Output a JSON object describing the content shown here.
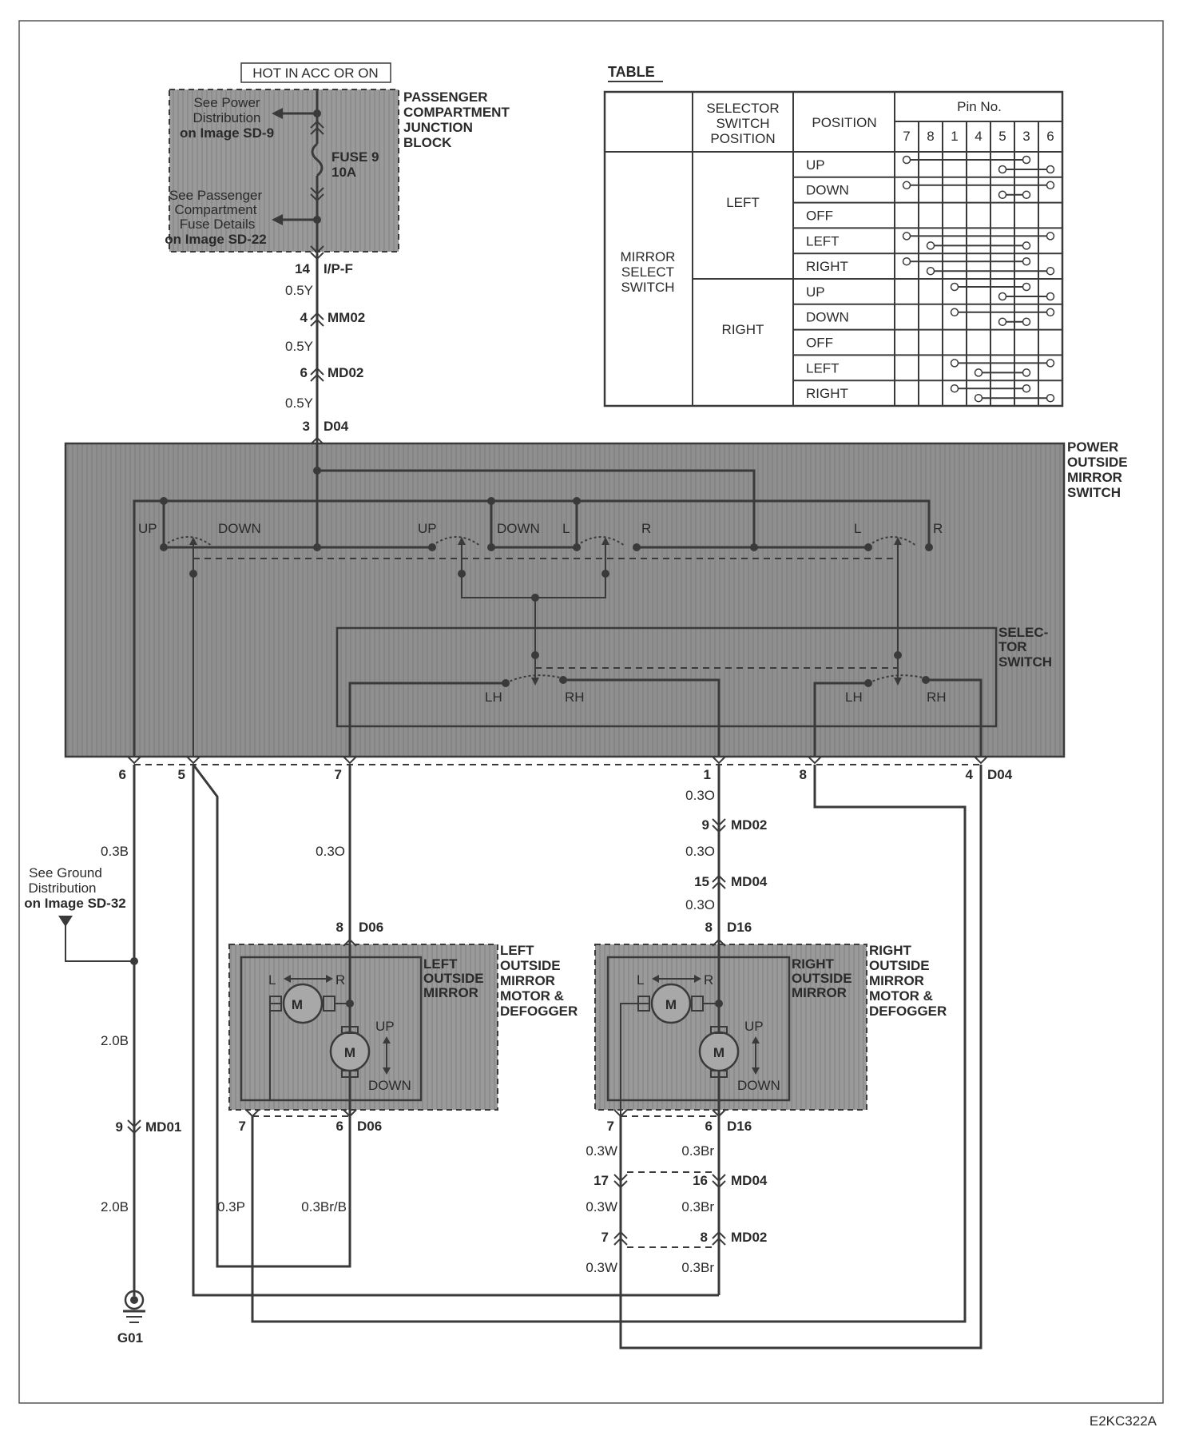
{
  "header": {
    "hot_label": "HOT IN ACC OR ON"
  },
  "junction_block": {
    "name_lines": [
      "PASSENGER",
      "COMPARTMENT",
      "JUNCTION",
      "BLOCK"
    ],
    "power_ref_lines": [
      "See Power",
      "Distribution",
      "on Image SD-9"
    ],
    "fuse_ref_lines": [
      "See Passenger",
      "Compartment",
      "Fuse Details",
      "on Image SD-22"
    ],
    "fuse_lines": [
      "FUSE 9",
      "10A"
    ]
  },
  "connectors": {
    "ipf": {
      "pin": "14",
      "name": "I/P-F"
    },
    "mm02": {
      "pin": "4",
      "name": "MM02"
    },
    "md02_top": {
      "pin": "6",
      "name": "MD02"
    },
    "d04_top": {
      "pin": "3",
      "name": "D04"
    },
    "d04_bottom": {
      "pins": [
        "6",
        "5",
        "7",
        "1",
        "8",
        "4"
      ],
      "name": "D04"
    },
    "md02_mid": {
      "pin": "9",
      "name": "MD02"
    },
    "md04_mid": {
      "pin": "15",
      "name": "MD04"
    },
    "d16_top": {
      "pin": "8",
      "name": "D16"
    },
    "d06_top": {
      "pin": "8",
      "name": "D06"
    },
    "d06_bottom": {
      "pins": [
        "7",
        "6"
      ],
      "name": "D06"
    },
    "d16_bottom": {
      "pins": [
        "7",
        "6"
      ],
      "name": "D16"
    },
    "md04_bottom": {
      "pins": [
        "17",
        "16"
      ],
      "name": "MD04"
    },
    "md02_bottom": {
      "pins": [
        "7",
        "8"
      ],
      "name": "MD02"
    },
    "md01": {
      "pin": "9",
      "name": "MD01"
    }
  },
  "wires": {
    "feed": [
      "0.5Y",
      "0.5Y",
      "0.5Y"
    ],
    "ground_top": "0.3B",
    "ground_mid": "2.0B",
    "ground_low": "2.0B",
    "left_motor_feed": "0.3O",
    "right_motor_feed": [
      "0.3O",
      "0.3O",
      "0.3O"
    ],
    "left_bottom": [
      "0.3P",
      "0.3Br/B"
    ],
    "right_bottom_w": [
      "0.3W",
      "0.3W",
      "0.3W"
    ],
    "right_bottom_br": [
      "0.3Br",
      "0.3Br",
      "0.3Br"
    ]
  },
  "ground": {
    "ref_lines": [
      "See Ground",
      "Distribution",
      "on Image SD-32"
    ],
    "name": "G01"
  },
  "switch": {
    "name_lines": [
      "POWER",
      "OUTSIDE",
      "MIRROR",
      "SWITCH"
    ],
    "selector_lines": [
      "SELEC-",
      "TOR",
      "SWITCH"
    ],
    "up_label": "UP",
    "down_label": "DOWN",
    "l_label": "L",
    "r_label": "R",
    "lh_label": "LH",
    "rh_label": "RH"
  },
  "left_mirror": {
    "inner_lines": [
      "LEFT",
      "OUTSIDE",
      "MIRROR"
    ],
    "outer_lines": [
      "LEFT",
      "OUTSIDE",
      "MIRROR",
      "MOTOR &",
      "DEFOGGER"
    ]
  },
  "right_mirror": {
    "inner_lines": [
      "RIGHT",
      "OUTSIDE",
      "MIRROR"
    ],
    "outer_lines": [
      "RIGHT",
      "OUTSIDE",
      "MIRROR",
      "MOTOR &",
      "DEFOGGER"
    ]
  },
  "motor": {
    "letter": "M",
    "lr_l": "L",
    "lr_r": "R",
    "up": "UP",
    "down": "DOWN"
  },
  "table": {
    "title": "TABLE",
    "col_selector_lines": [
      "SELECTOR",
      "SWITCH",
      "POSITION"
    ],
    "col_position": "POSITION",
    "pin_header": "Pin No.",
    "pins": [
      "7",
      "8",
      "1",
      "4",
      "5",
      "3",
      "6"
    ],
    "row_group_lines": [
      "MIRROR",
      "SELECT",
      "SWITCH"
    ],
    "selector_left": "LEFT",
    "selector_right": "RIGHT",
    "positions": [
      "UP",
      "DOWN",
      "OFF",
      "LEFT",
      "RIGHT",
      "UP",
      "DOWN",
      "OFF",
      "LEFT",
      "RIGHT"
    ],
    "continuity": [
      [
        [
          0,
          5
        ],
        [
          4,
          6
        ]
      ],
      [
        [
          0,
          6
        ],
        [
          4,
          5
        ]
      ],
      [],
      [
        [
          0,
          6
        ],
        [
          1,
          5
        ]
      ],
      [
        [
          0,
          5
        ],
        [
          1,
          6
        ]
      ],
      [
        [
          2,
          5
        ],
        [
          4,
          6
        ]
      ],
      [
        [
          2,
          6
        ],
        [
          4,
          5
        ]
      ],
      [],
      [
        [
          2,
          6
        ],
        [
          3,
          5
        ]
      ],
      [
        [
          2,
          5
        ],
        [
          3,
          6
        ]
      ]
    ]
  },
  "footer": {
    "code": "E2KC322A"
  }
}
